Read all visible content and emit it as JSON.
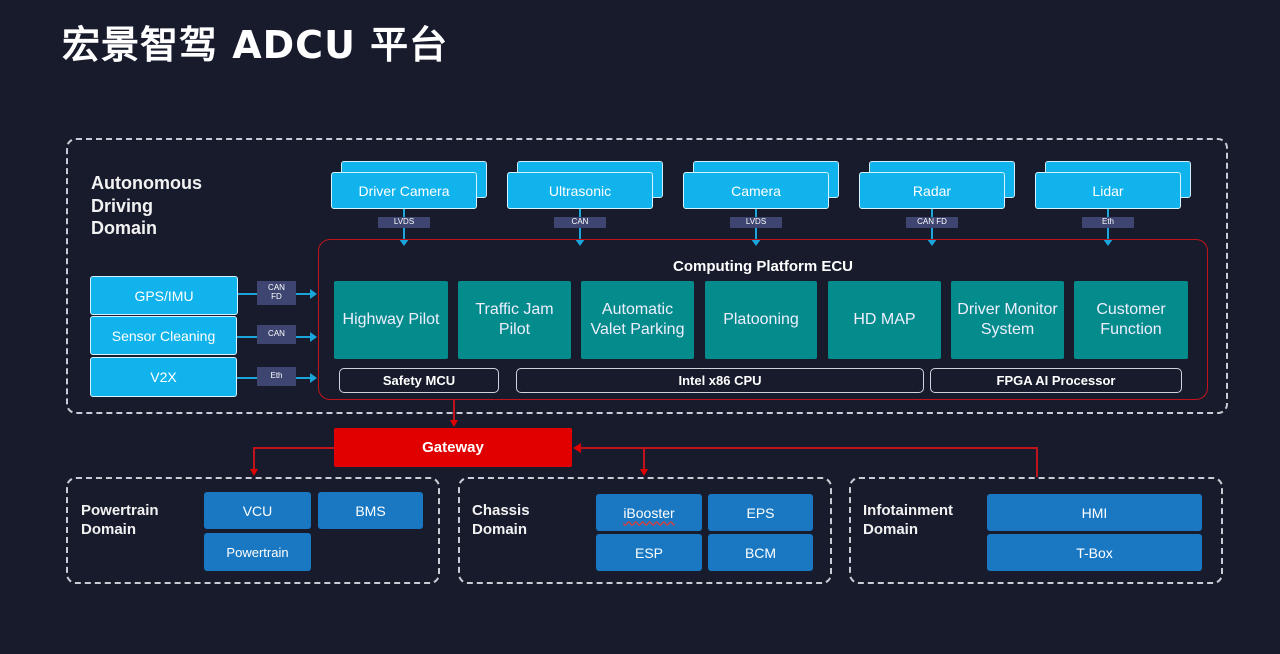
{
  "title": "宏景智驾 ADCU 平台",
  "autonomous_domain": {
    "label_lines": [
      "Autonomous",
      "Driving",
      "Domain"
    ],
    "sensors": [
      {
        "label": "Driver Camera",
        "link": "LVDS"
      },
      {
        "label": "Ultrasonic",
        "link": "CAN"
      },
      {
        "label": "Camera",
        "link": "LVDS"
      },
      {
        "label": "Radar",
        "link": "CAN FD"
      },
      {
        "label": "Lidar",
        "link": "Eth"
      }
    ],
    "inputs": [
      {
        "label": "GPS/IMU",
        "link_lines": [
          "CAN",
          "FD"
        ]
      },
      {
        "label": "Sensor Cleaning",
        "link_lines": [
          "CAN"
        ]
      },
      {
        "label": "V2X",
        "link_lines": [
          "Eth"
        ]
      }
    ]
  },
  "ecu": {
    "title": "Computing Platform ECU",
    "functions": [
      {
        "lines": [
          "Highway Pilot"
        ]
      },
      {
        "lines": [
          "Traffic Jam",
          "Pilot"
        ]
      },
      {
        "lines": [
          "Automatic",
          "Valet Parking"
        ]
      },
      {
        "lines": [
          "Platooning"
        ]
      },
      {
        "lines": [
          "HD MAP"
        ]
      },
      {
        "lines": [
          "Driver Monitor",
          "System"
        ]
      },
      {
        "lines": [
          "Customer",
          "Function"
        ]
      }
    ],
    "processors": [
      "Safety MCU",
      "Intel x86 CPU",
      "FPGA AI Processor"
    ]
  },
  "gateway": {
    "label": "Gateway"
  },
  "domains": [
    {
      "label_lines": [
        "Powertrain",
        "Domain"
      ],
      "ecus": [
        "VCU",
        "BMS",
        "Powertrain"
      ]
    },
    {
      "label_lines": [
        "Chassis",
        "Domain"
      ],
      "ecus": [
        "iBooster",
        "EPS",
        "ESP",
        "BCM"
      ]
    },
    {
      "label_lines": [
        "Infotainment",
        "Domain"
      ],
      "ecus": [
        "HMI",
        "T-Box"
      ]
    }
  ],
  "colors": {
    "background": "#171b2c",
    "sensor": "#11b3ec",
    "function": "#048c8c",
    "gateway": "#e00000",
    "ecu_border": "#c0141c",
    "domain_ecu": "#1a78c2",
    "link_tag": "#3d4570"
  }
}
